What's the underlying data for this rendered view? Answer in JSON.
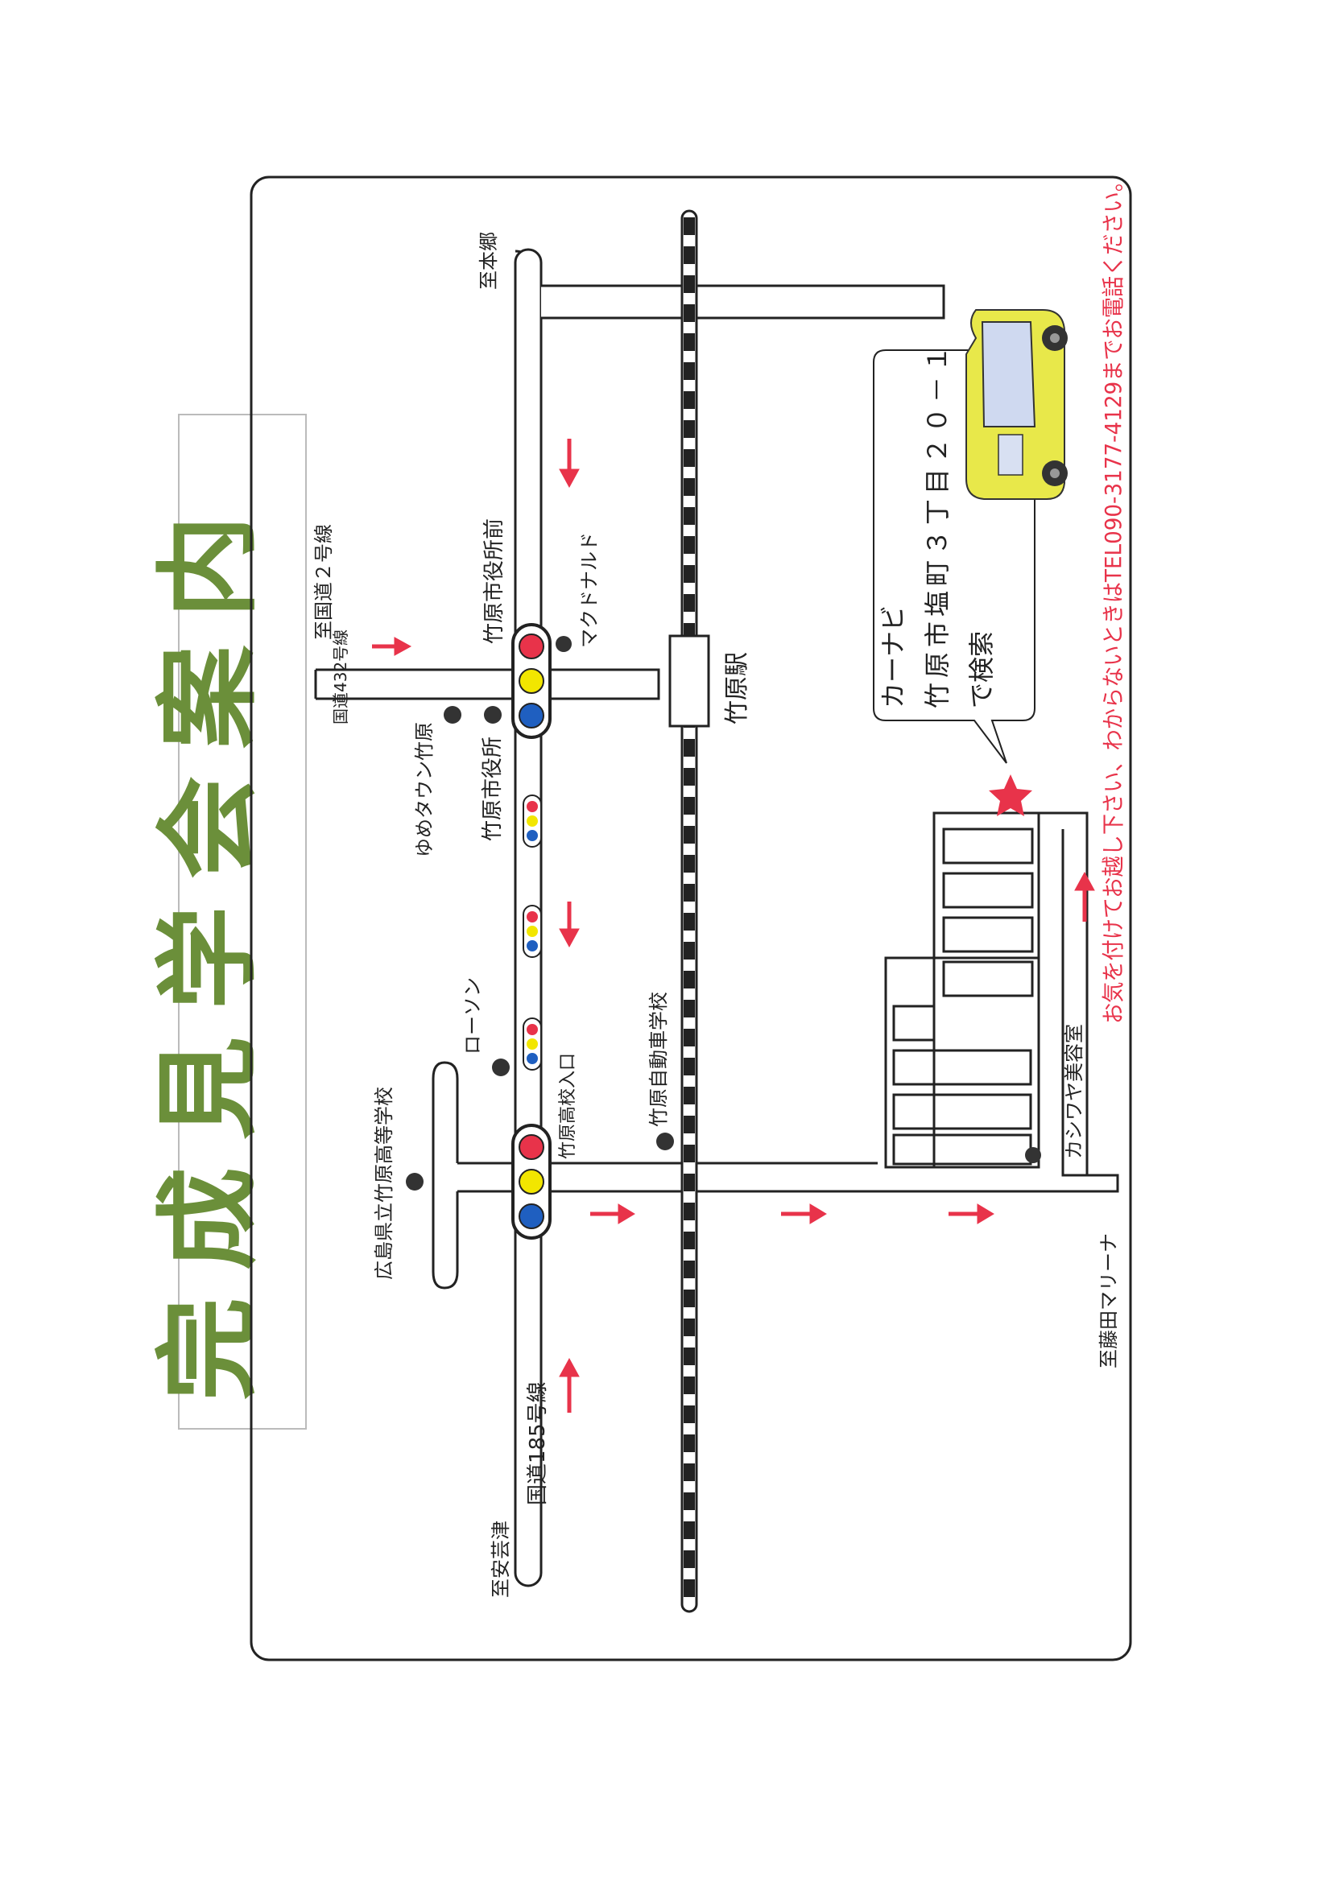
{
  "title": "完成見学会案内",
  "labels": {
    "to_hongo": "至本郷",
    "route2": "至国道２号線",
    "city_hall_front": "竹原市役所前",
    "mcdonalds": "マクドナルド",
    "route432": "国道432号線",
    "youme_town": "ゆめタウン竹原",
    "city_hall": "竹原市役所",
    "station": "竹原駅",
    "lawson": "ローソン",
    "high_school": "広島県立竹原高等学校",
    "high_school_entrance": "竹原高校入口",
    "driving_school": "竹原自動車学校",
    "route185": "国道185号線",
    "to_akitsu": "至安芸津",
    "kashiwaya": "カシワヤ美容室",
    "to_fujita": "至藤田マリーナ"
  },
  "callout": {
    "line1": "カーナビ",
    "line2": "竹原市塩町３丁目２０－１",
    "line3": "で検索"
  },
  "notice": "お気を付けてお越し下さい、わからないときはTEL090-3177-4129までお電話ください。",
  "colors": {
    "title": "#6b8f3a",
    "arrow": "#e8334a",
    "notice": "#e8334a",
    "signal_red": "#e8334a",
    "signal_yellow": "#f2e600",
    "signal_blue": "#1f5fc0",
    "car": "#e8e84a"
  }
}
